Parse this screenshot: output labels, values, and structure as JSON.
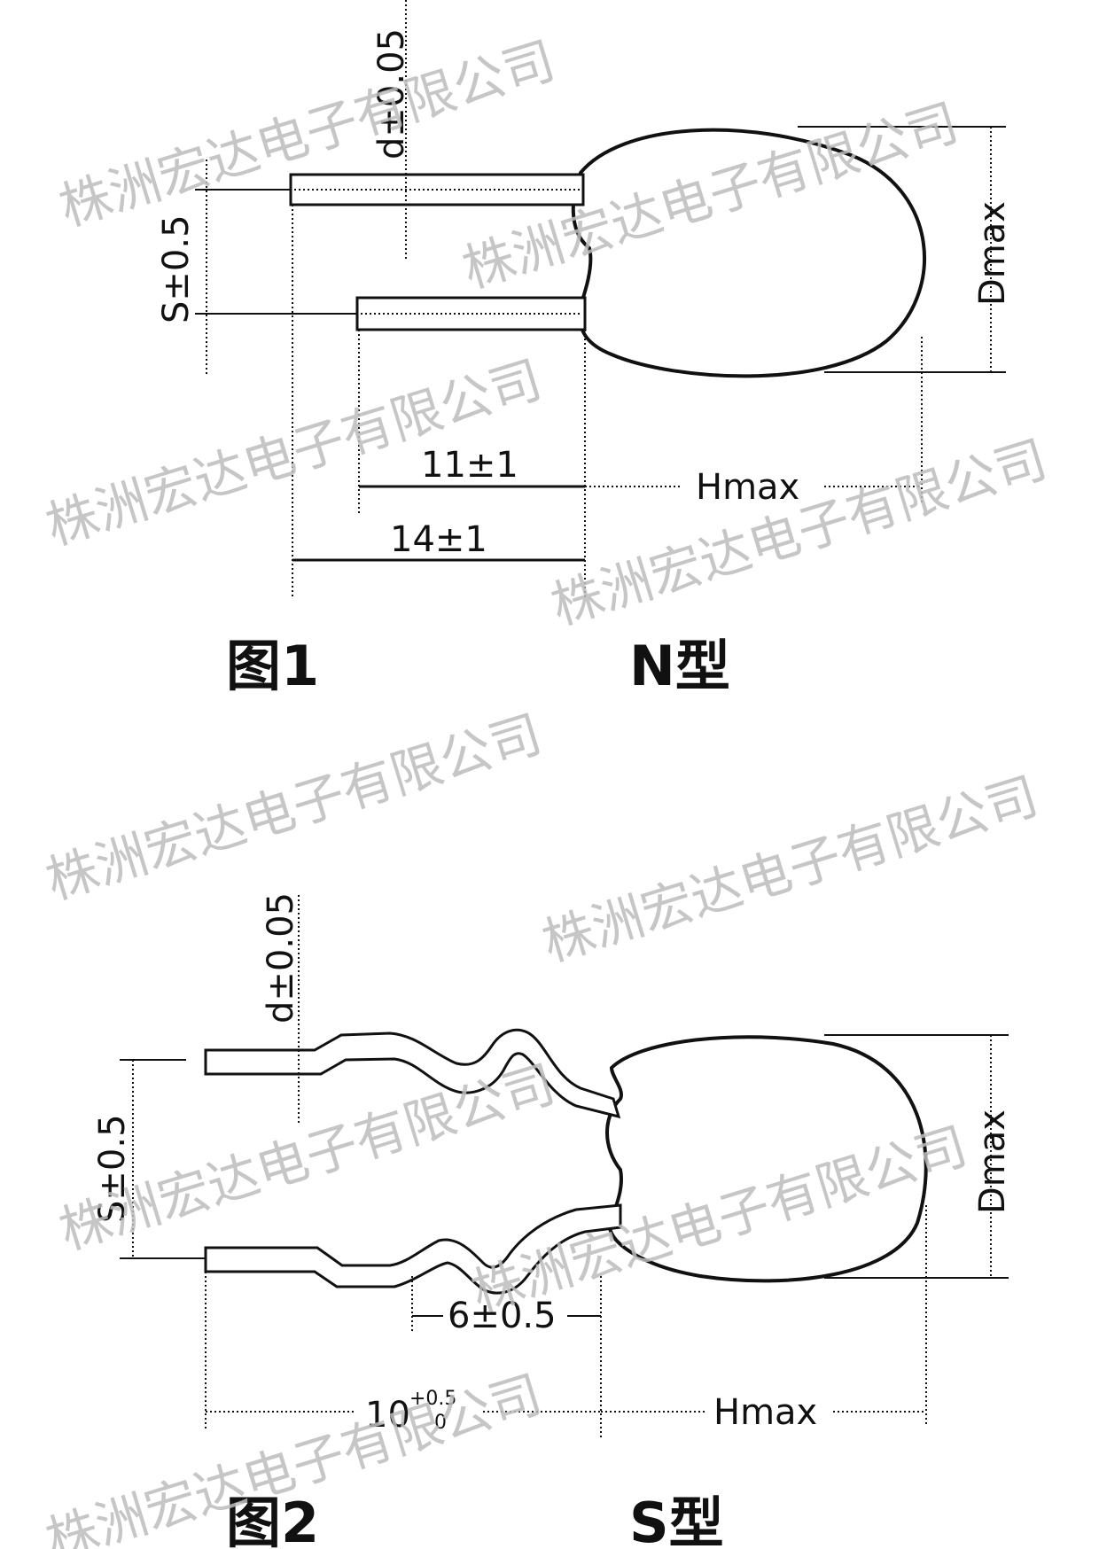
{
  "figure1": {
    "caption": "图1",
    "type_label": "N型",
    "dims": {
      "lead_diameter": "d±0.05",
      "spacing": "S±0.5",
      "diameter": "Dmax",
      "lead_short": "11±1",
      "lead_long": "14±1",
      "height": "Hmax"
    }
  },
  "figure2": {
    "caption": "图2",
    "type_label": "S型",
    "dims": {
      "lead_diameter": "d±0.05",
      "spacing": "S±0.5",
      "diameter": "Dmax",
      "kink": "6±0.5",
      "lead_length": "10",
      "lead_tol_upper": "+0.5",
      "lead_tol_lower": "0",
      "height": "Hmax"
    }
  },
  "watermark": "株洲宏达电子有限公司"
}
